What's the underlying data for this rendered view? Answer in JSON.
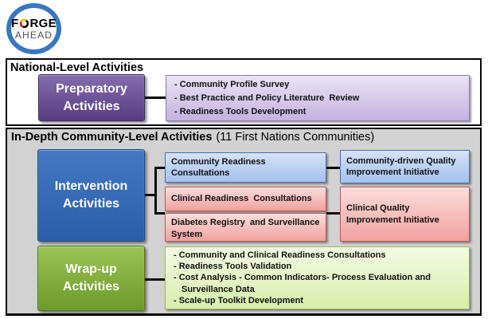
{
  "logo": {
    "forge_pre": "F",
    "forge_post": "RGE",
    "ahead": "AHEAD"
  },
  "national": {
    "title": "National-Level Activities",
    "stage_line1": "Preparatory",
    "stage_line2": "Activities",
    "bullets": [
      "- Community Profile Survey",
      "- Best Practice and Policy Literature  Review",
      "- Readiness Tools Development"
    ]
  },
  "community": {
    "title_bold": "In-Depth Community-Level Activities",
    "title_paren": "(11 First Nations Communities)",
    "intervention_line1": "Intervention",
    "intervention_line2": "Activities",
    "boxes": {
      "community_readiness": "Community Readiness Consultations",
      "clinical_readiness": "Clinical Readiness  Consultations",
      "diabetes_registry": "Diabetes Registry  and Surveillance\nSystem",
      "community_qi": "Community-driven Quality\nImprovement Initiative",
      "clinical_qi": "Clinical Quality\nImprovement Initiative"
    },
    "wrapup_line1": "Wrap-up",
    "wrapup_line2": "Activities",
    "wrapup_bullets": [
      "- Community and Clinical Readiness Consultations",
      "- Readiness Tools Validation",
      "- Cost Analysis - Common Indicators- Process Evaluation and\nSurveillance Data",
      "- Scale-up Toolkit Development"
    ]
  },
  "colors": {
    "logo_ring": "#3b76c6",
    "purple_top": "#846bae",
    "purple_bottom": "#593d82",
    "lavender_top": "#eae3f5",
    "lavender_bottom": "#c4b3e0",
    "blue_top": "#4478c3",
    "blue_bottom": "#2c5ea8",
    "lightblue_top": "#d6e2f7",
    "lightblue_bottom": "#a4c2ee",
    "pink_top": "#fbdedc",
    "pink_bottom": "#f1a19e",
    "green_top": "#9ac455",
    "green_bottom": "#6e9a2a",
    "lightgreen_top": "#f3fbe3",
    "lightgreen_bottom": "#d8eeab",
    "section_background": "#d2d2d2",
    "connector": "#0b0b0b"
  }
}
